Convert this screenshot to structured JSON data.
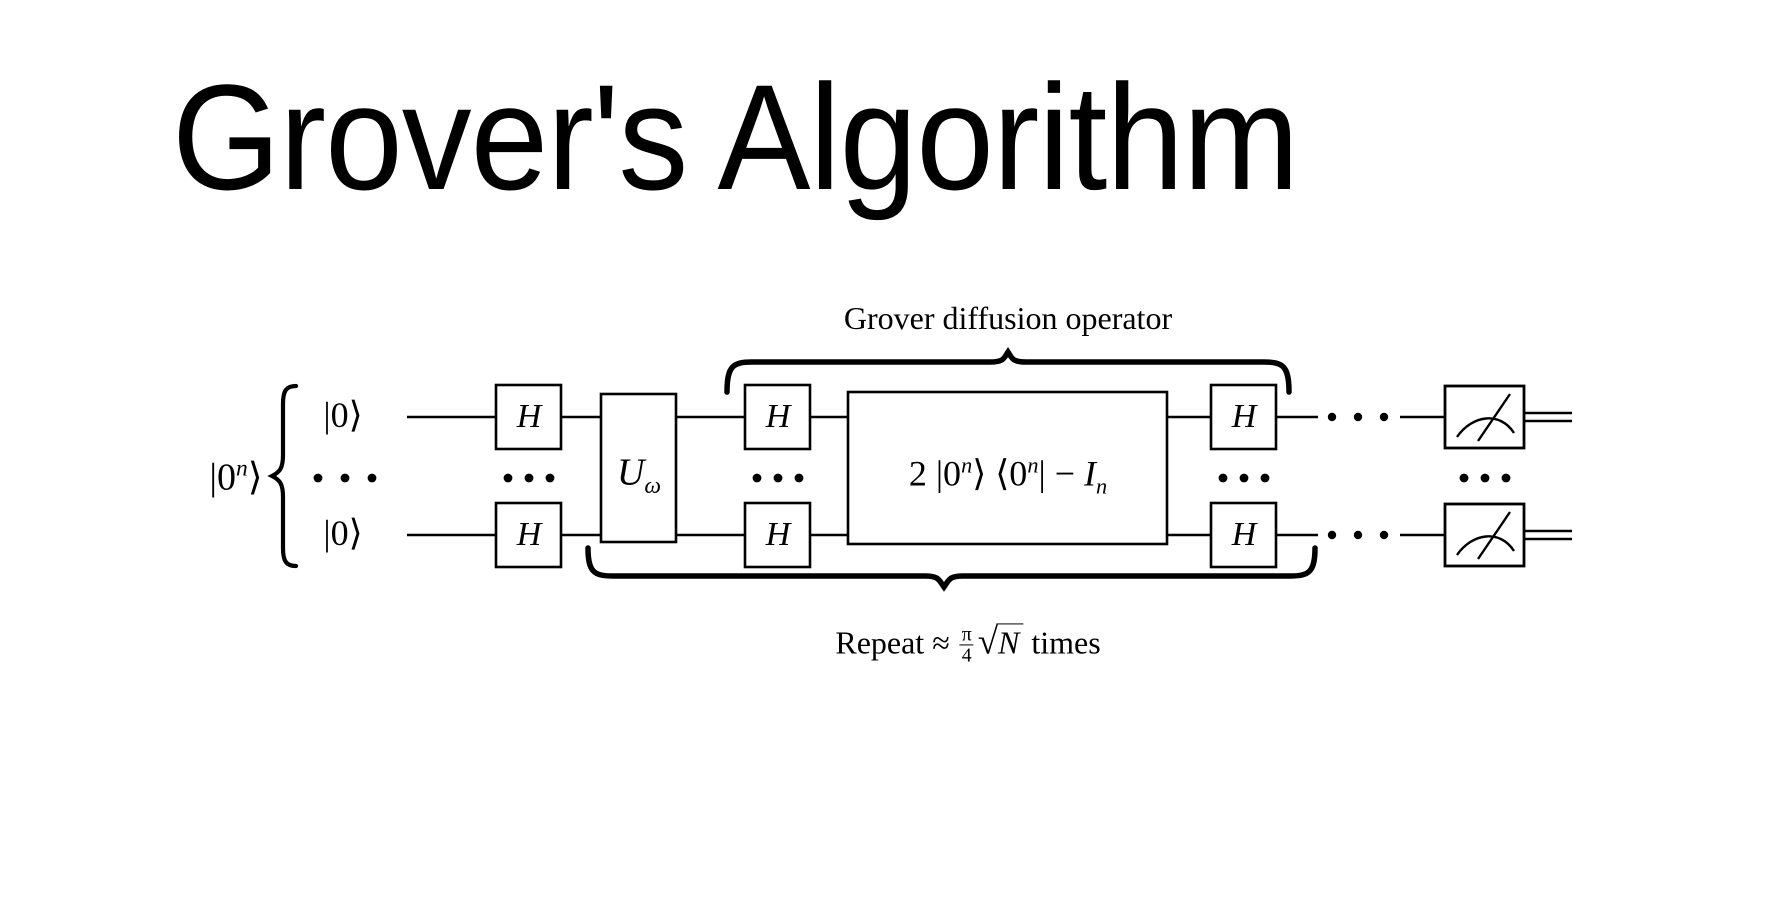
{
  "page": {
    "title_text": "Grover's Algorithm",
    "background_color": "#ffffff",
    "ink_color": "#000000"
  },
  "circuit": {
    "register_label": "|0n⟩",
    "register_label_parts": {
      "ket_open": "|0",
      "exponent": "n",
      "ket_close": "⟩"
    },
    "qubit_labels": [
      "|0⟩",
      "|0⟩"
    ],
    "vertical_ellipsis_label": "⋯",
    "gates": {
      "hadamard_label": "H",
      "oracle_label": "U",
      "oracle_subscript": "ω",
      "diffusion_label": "2 |0n⟩ ⟨0n| − In",
      "diffusion_parts": {
        "coefficient": "2",
        "ket": "|0",
        "ket_exp": "n",
        "ket_close": "⟩",
        "bra_open": "⟨0",
        "bra_exp": "n",
        "bra_close": "|",
        "minus": "−",
        "identity": "I",
        "identity_sub": "n"
      },
      "measure_label": "measure",
      "ellipsis": "· · ·"
    },
    "annotations": {
      "top_brace_caption": "Grover diffusion operator",
      "bottom_brace_caption_parts": {
        "prefix": "Repeat",
        "approx": "≈",
        "frac_num": "π",
        "frac_den": "4",
        "radical": "√",
        "radicand": "N",
        "suffix": "times"
      },
      "bottom_brace_caption": "Repeat ≈ π/4 √N times"
    },
    "hadamard_columns": 3,
    "hadamard_count": 6,
    "wire_rows": 2,
    "measurement_count": 2
  }
}
